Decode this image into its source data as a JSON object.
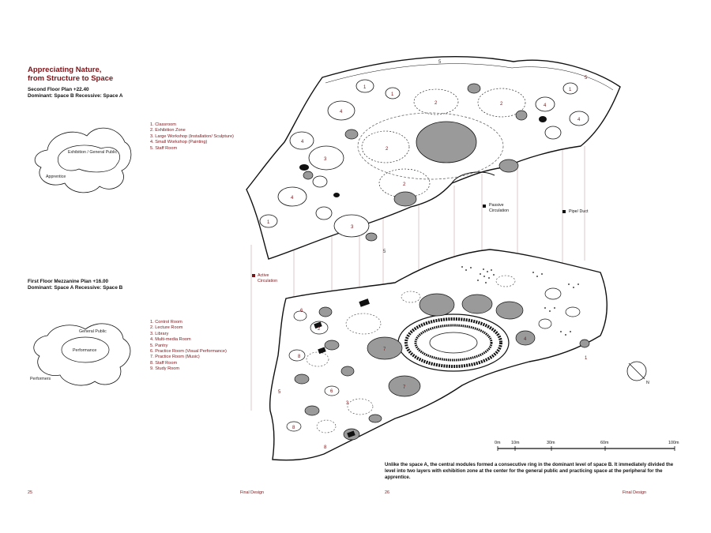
{
  "title": "Appreciating Nature,\nfrom Structure to Space",
  "second_floor": {
    "plan": "Second Floor Plan  +22.40",
    "dominance": "Dominant: Space B    Recessive: Space A",
    "diagram_labels": [
      "Exhibition / General Public",
      "Apprentice"
    ],
    "legend": [
      "1. Classroom",
      "2. Exhibition Zone",
      "3. Large Workshop (Installation/ Sculpture)",
      "4. Small Workshop (Painting)",
      "5. Staff Room"
    ]
  },
  "first_floor": {
    "plan": "First Floor Mezzanine Plan  +16.00",
    "dominance": "Dominant: Space A    Recessive: Space B",
    "diagram_labels": [
      "General Public",
      "Performance",
      "Performers"
    ],
    "legend": [
      "1. Control Room",
      "2. Lecture Room",
      "3. Library",
      "4. Multi-media Room",
      "5. Pantry",
      "6. Practice Room (Visual Performance)",
      "7. Practice Room (Music)",
      "8. Staff Room",
      "9. Study Room"
    ]
  },
  "annotations": {
    "passive": "Passive\nCirculation",
    "pipe": "Pipe/ Duct",
    "active": "Active\nCirculation",
    "north": "N"
  },
  "scale_labels": [
    "0m",
    "10m",
    "30m",
    "60m",
    "100m"
  ],
  "description": "Unlike the space A, the central modules formed a consecutive ring in the dominant level of space B. It immediately divided the level into two layers with exhibition zone at the center for the general public and practicing space at the peripheral for the apprentice.",
  "footer": {
    "left_page": "25",
    "left_title": "Final Design",
    "right_page": "26",
    "right_title": "Final Design"
  },
  "colors": {
    "accent": "#7a1418",
    "ink": "#111111",
    "fill": "#9a9a9a"
  }
}
